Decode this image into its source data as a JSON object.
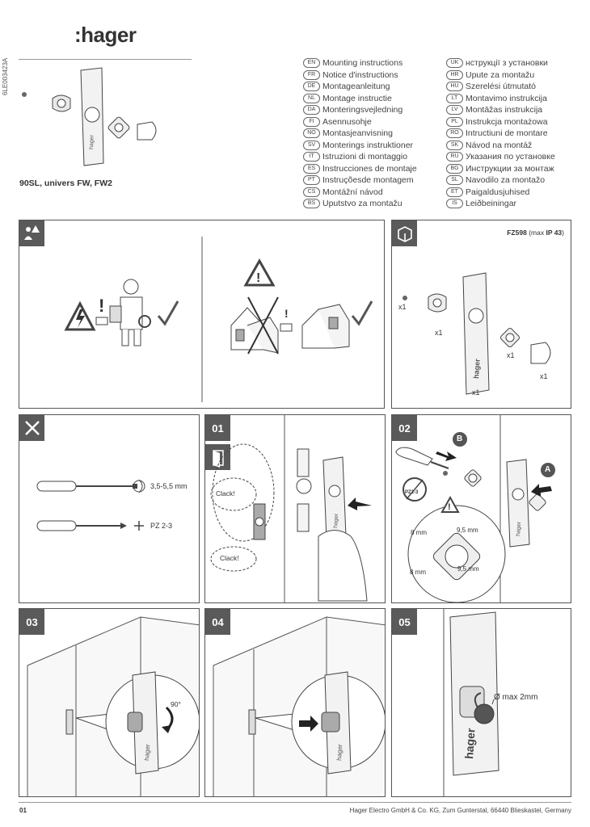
{
  "header": {
    "brand": "hager",
    "doc_code": "6LE003423A",
    "product_title": "90SL, univers FW, FW2"
  },
  "languages_left": [
    {
      "code": "EN",
      "label": "Mounting instructions"
    },
    {
      "code": "FR",
      "label": "Notice d'instructions"
    },
    {
      "code": "DE",
      "label": "Montageanleitung"
    },
    {
      "code": "NL",
      "label": "Montage instructie"
    },
    {
      "code": "DA",
      "label": "Monteringsvejledning"
    },
    {
      "code": "FI",
      "label": "Asennusohje"
    },
    {
      "code": "NO",
      "label": "Montasjeanvisning"
    },
    {
      "code": "SV",
      "label": "Monterings instruktioner"
    },
    {
      "code": "IT",
      "label": "Istruzioni di montaggio"
    },
    {
      "code": "ES",
      "label": "Instrucciones de montaje"
    },
    {
      "code": "PT",
      "label": "Instruçõesde montagem"
    },
    {
      "code": "CS",
      "label": "Montážní návod"
    },
    {
      "code": "BS",
      "label": "Uputstvo za montažu"
    }
  ],
  "languages_right": [
    {
      "code": "UK",
      "label": "нструкції з установки"
    },
    {
      "code": "HR",
      "label": "Upute za montažu"
    },
    {
      "code": "HU",
      "label": "Szerelési útmutató"
    },
    {
      "code": "LT",
      "label": "Montavimo instrukcija"
    },
    {
      "code": "LV",
      "label": "Montāžas instrukcija"
    },
    {
      "code": "PL",
      "label": "Instrukcja montażowa"
    },
    {
      "code": "RO",
      "label": "Intructiuni de montare"
    },
    {
      "code": "SK",
      "label": "Návod na montáž"
    },
    {
      "code": "RU",
      "label": "Указания по установке"
    },
    {
      "code": "BG",
      "label": "Инструкции за монтаж"
    },
    {
      "code": "SL",
      "label": "Navodilo za montažo"
    },
    {
      "code": "ET",
      "label": "Paigaldusjuhised"
    },
    {
      "code": "IS",
      "label": "Leiðbeiningar"
    }
  ],
  "kit_panel": {
    "part_code": "FZ598",
    "rating_prefix": "(max",
    "rating": "IP 43",
    "rating_suffix": ")",
    "qty_screw": "x1",
    "qty_insert": "x1",
    "qty_plate": "x1",
    "qty_nut": "x1",
    "qty_cap": "x1",
    "plate_brand": "hager"
  },
  "tools_panel": {
    "flat_size": "3,5-5,5 mm",
    "pz_size": "PZ 2-3"
  },
  "step01": {
    "number": "01",
    "clack_top": "Clack!",
    "clack_bottom": "Clack!",
    "plate_brand": "hager"
  },
  "step02": {
    "number": "02",
    "marker_a": "A",
    "marker_b": "B",
    "pz_tag": "PZ2-3",
    "dim_tl": "8 mm",
    "dim_tr": "9,5 mm",
    "dim_bl": "8 mm",
    "dim_br": "9,5 mm",
    "plate_brand": "hager"
  },
  "step03": {
    "number": "03",
    "angle": "90°",
    "plate_brand": "hager"
  },
  "step04": {
    "number": "04",
    "plate_brand": "hager"
  },
  "step05": {
    "number": "05",
    "diameter_note": "Ø max 2mm",
    "plate_brand": "hager"
  },
  "footer": {
    "page": "01",
    "address": "Hager Electro GmbH & Co. KG, Zum Gunterstal, 66440 Blieskastel, Germany"
  },
  "colors": {
    "tag_bg": "#5a5a5a",
    "line": "#555555"
  }
}
